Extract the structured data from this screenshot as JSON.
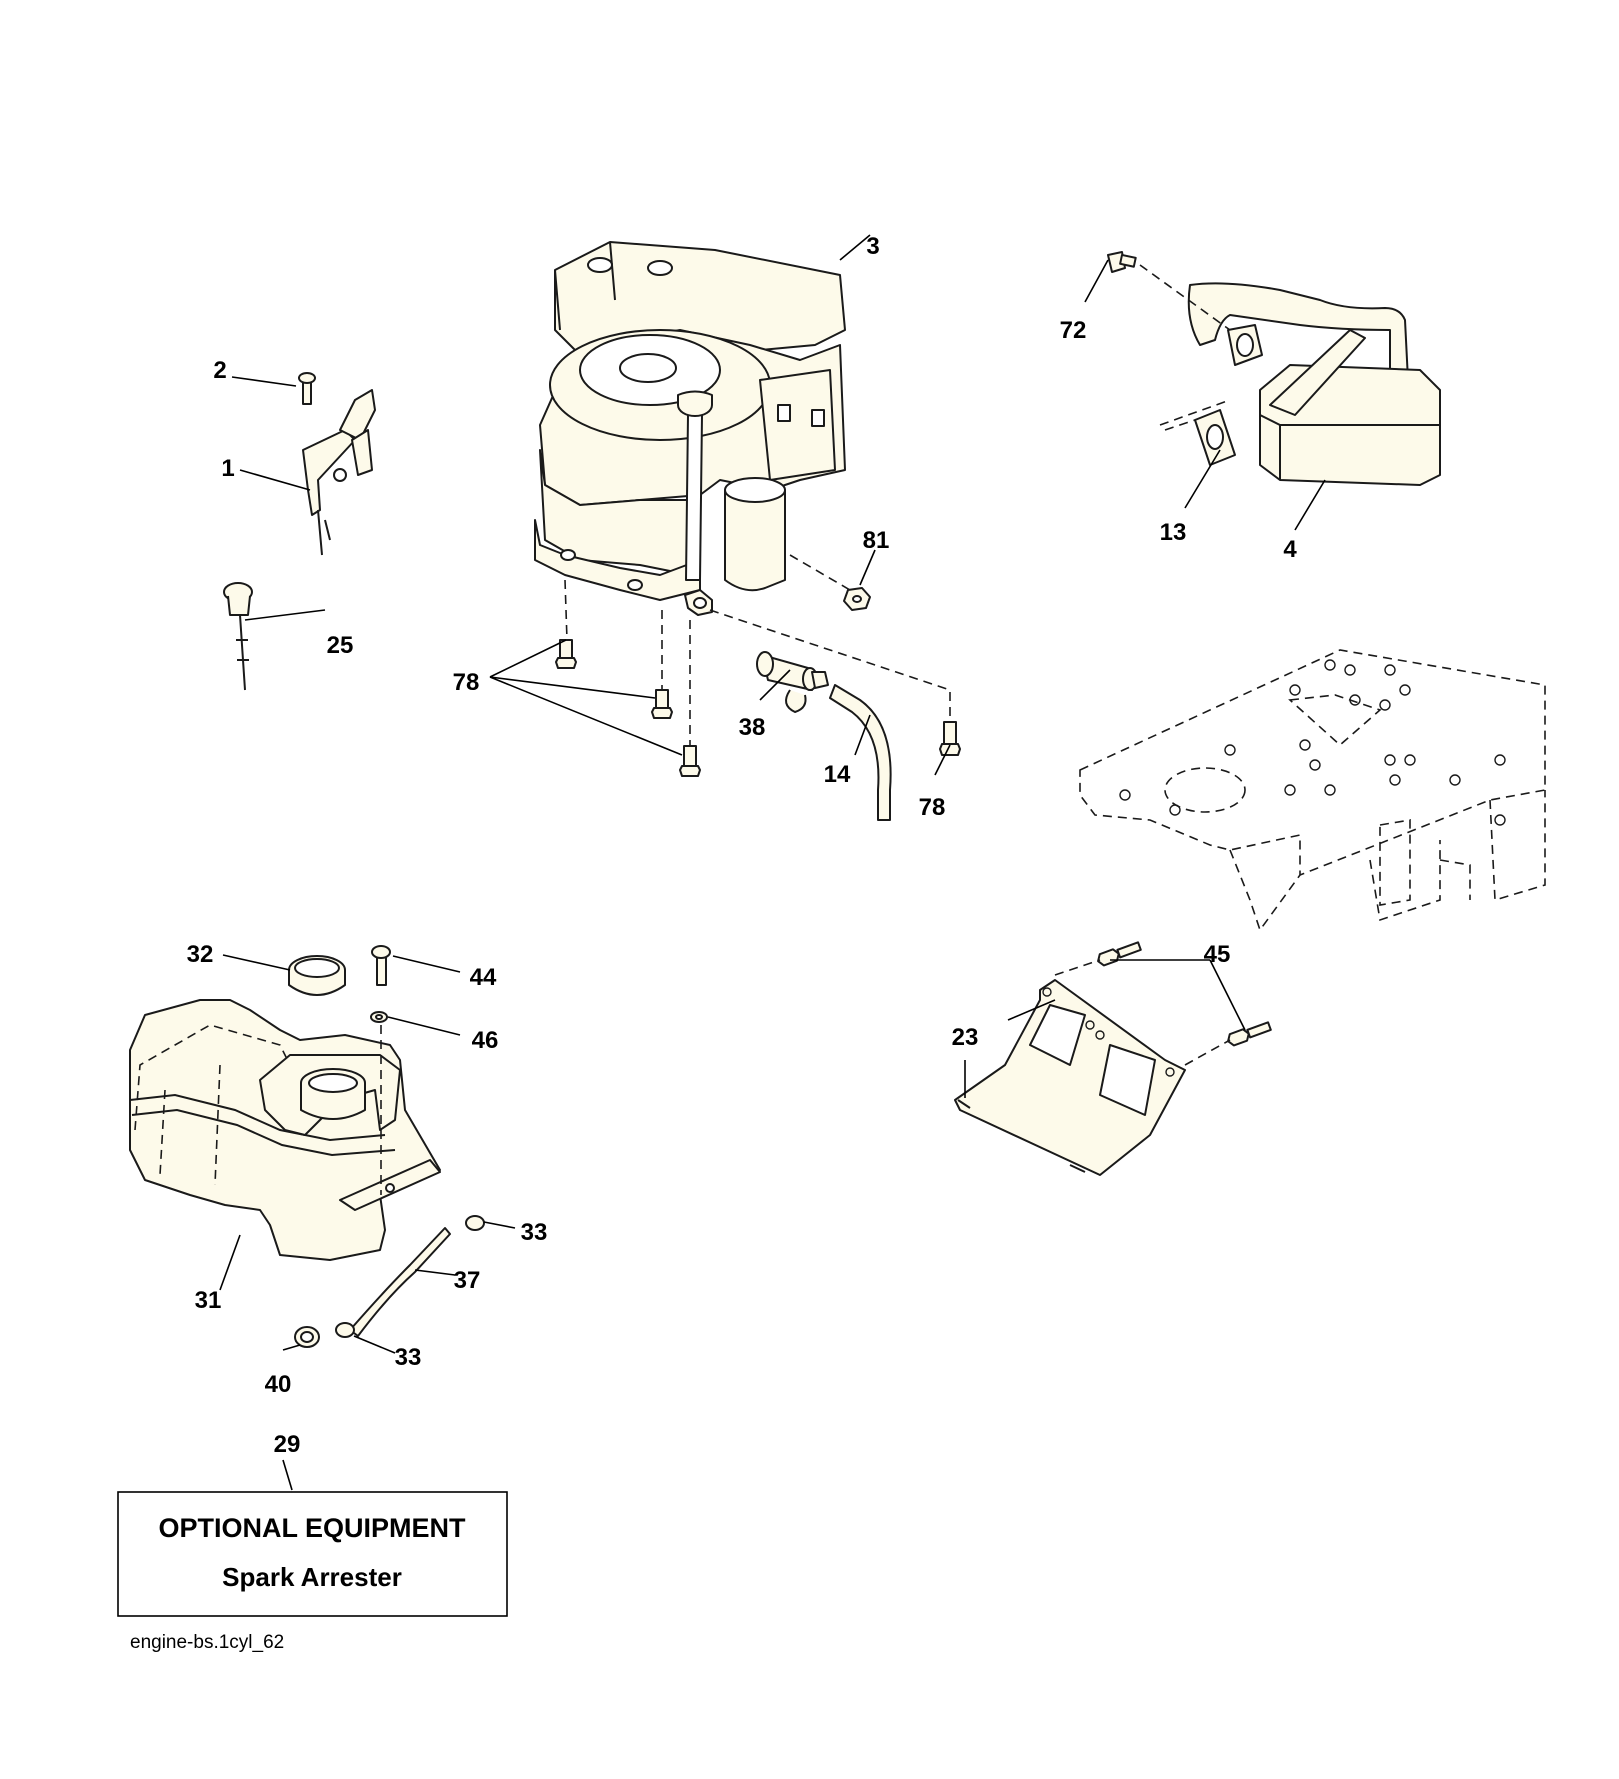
{
  "callouts": {
    "c1": "1",
    "c2": "2",
    "c3": "3",
    "c4": "4",
    "c13": "13",
    "c14": "14",
    "c23": "23",
    "c25": "25",
    "c29": "29",
    "c31": "31",
    "c32": "32",
    "c33a": "33",
    "c33b": "33",
    "c37": "37",
    "c38": "38",
    "c40": "40",
    "c44": "44",
    "c45": "45",
    "c46": "46",
    "c72": "72",
    "c78a": "78",
    "c78b": "78",
    "c81": "81"
  },
  "optional_box": {
    "title": "OPTIONAL EQUIPMENT",
    "item": "Spark Arrester"
  },
  "footer": {
    "figure_id": "engine-bs.1cyl_62"
  },
  "colors": {
    "part_fill": "#fdfaea",
    "ink": "#1a1a1a"
  }
}
